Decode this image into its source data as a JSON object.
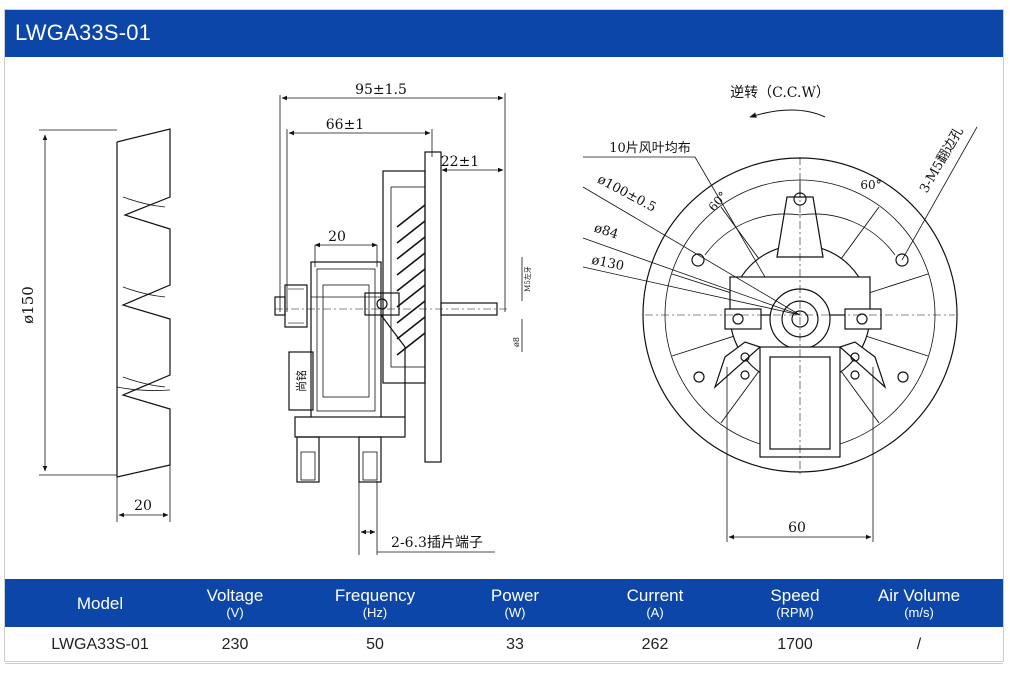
{
  "header": {
    "title": "LWGA33S-01"
  },
  "drawing": {
    "side_view": {
      "dim_diameter": "ø150",
      "dim_width": "20"
    },
    "front_view": {
      "dim_total": "95±1.5",
      "dim_body": "66±1",
      "dim_shaft": "22±1",
      "dim_core": "20",
      "label_shaft_small": "M5左牙",
      "label_shaft_dia": "ø8",
      "label_terminal": "2-6.3插片端子",
      "label_plate": "尚铭"
    },
    "rear_view": {
      "rotation": "逆转（C.C.W）",
      "blades": "10片风叶均布",
      "dim_d100": "ø100±0.5",
      "dim_d84": "ø84",
      "dim_d130": "ø130",
      "holes": "3-M5翻边孔",
      "angle_left": "60°",
      "angle_right": "60°",
      "dim_bottom": "60"
    }
  },
  "specs": {
    "headers": [
      {
        "label": "Model",
        "unit": ""
      },
      {
        "label": "Voltage",
        "unit": "(V)"
      },
      {
        "label": "Frequency",
        "unit": "(Hz)"
      },
      {
        "label": "Power",
        "unit": "(W)"
      },
      {
        "label": "Current",
        "unit": "(A)"
      },
      {
        "label": "Speed",
        "unit": "(RPM)"
      },
      {
        "label": "Air Volume",
        "unit": "(m/s)"
      }
    ],
    "row": [
      "LWGA33S-01",
      "230",
      "50",
      "33",
      "262",
      "1700",
      "/"
    ]
  }
}
